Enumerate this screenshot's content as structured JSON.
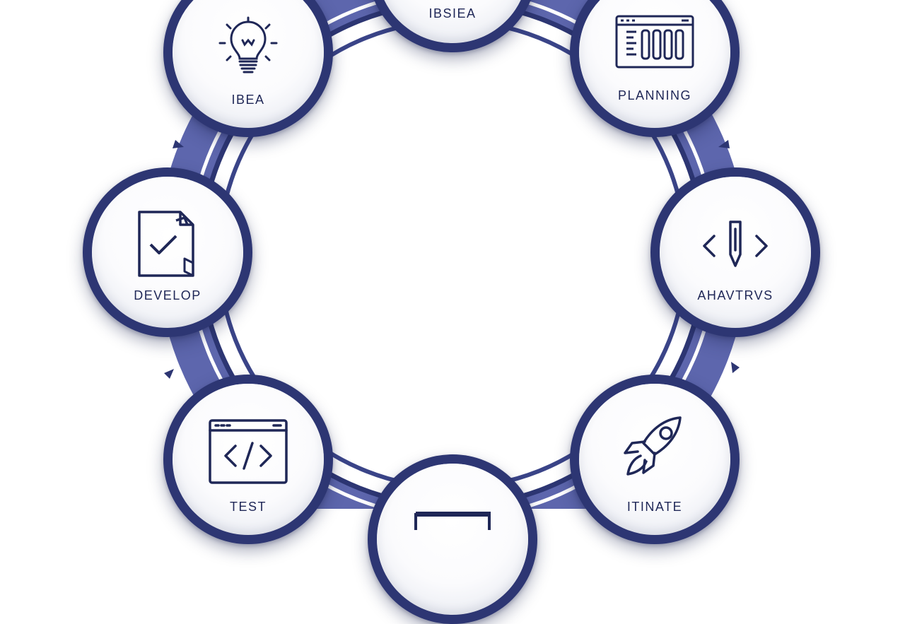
{
  "colors": {
    "band": "#5d66ad",
    "band_dark": "#3a4488",
    "node_border": "#2d3673",
    "ink": "#1f2757",
    "stripe": "#ffffff"
  },
  "nodes": [
    {
      "id": "idea",
      "label": "IBEA",
      "icon": "lightbulb-icon"
    },
    {
      "id": "top",
      "label": "IBSIEA",
      "icon": "none"
    },
    {
      "id": "planning",
      "label": "PLANNING",
      "icon": "browser-window-icon"
    },
    {
      "id": "develop",
      "label": "DEVELOP",
      "icon": "document-check-icon"
    },
    {
      "id": "analytics",
      "label": "AHAVTRVS",
      "icon": "code-pen-icon"
    },
    {
      "id": "test",
      "label": "TEST",
      "icon": "code-window-icon"
    },
    {
      "id": "bottom",
      "label": "",
      "icon": "window-icon"
    },
    {
      "id": "iterate",
      "label": "ITINATE",
      "icon": "rocket-icon"
    }
  ]
}
